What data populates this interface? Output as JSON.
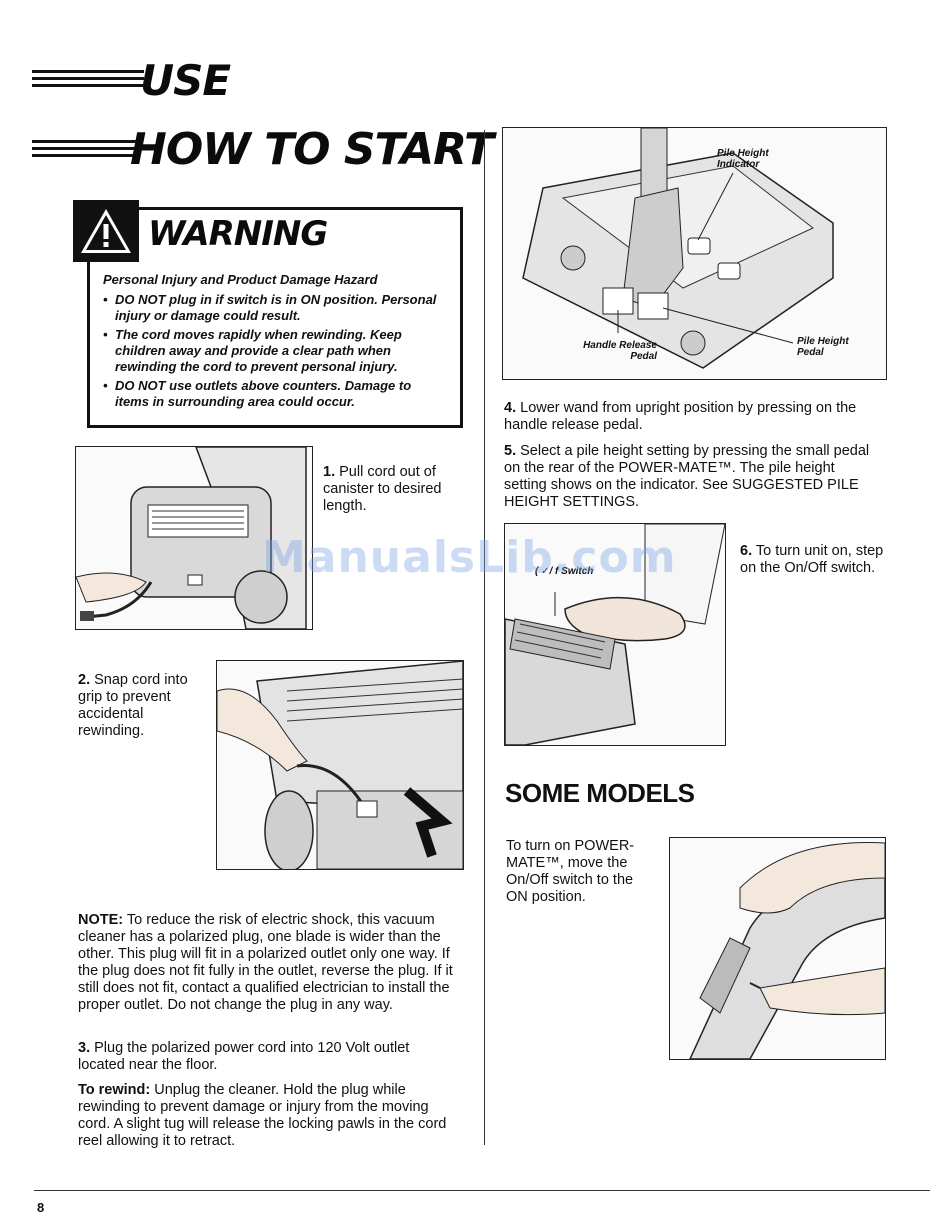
{
  "headings": {
    "use": "USE",
    "how_to_start": "HOW TO START",
    "some_models": "SOME MODELS"
  },
  "warning": {
    "title": "WARNING",
    "subtitle": "Personal Injury and Product Damage Hazard",
    "items": [
      "DO NOT plug in if switch is in ON position. Personal injury or damage could result.",
      "The cord moves rapidly when rewinding. Keep children away and provide a clear path when rewinding the cord to prevent personal injury.",
      "DO NOT use outlets above counters. Damage to items in surrounding area could occur."
    ]
  },
  "steps": {
    "s1_num": "1.",
    "s1_text": "Pull cord out of canister to desired length.",
    "s2_num": "2.",
    "s2_text": "Snap cord into grip to prevent accidental rewinding.",
    "s3_num": "3.",
    "s3_text": "Plug the polarized power cord into 120 Volt outlet located near the floor.",
    "s4_num": "4.",
    "s4_text": "Lower wand from upright position by pressing on the handle release pedal.",
    "s5_num": "5.",
    "s5_text": "Select a pile height setting by pressing the small pedal on the rear of the POWER-MATE™. The pile height setting shows on the indicator. See SUGGESTED PILE HEIGHT SETTINGS.",
    "s6_num": "6.",
    "s6_text": "To turn unit on, step on the On/Off switch."
  },
  "note": {
    "label": "NOTE:",
    "text": "To reduce the risk of electric shock, this vacuum cleaner has a polarized plug, one blade is wider than the other. This plug will fit in a polarized outlet only one way. If the plug does not fit fully in the outlet, reverse the plug. If it still does not fit, contact a qualified electrician to install the proper outlet. Do not change the plug in any way."
  },
  "rewind": {
    "label": "To rewind:",
    "text": "Unplug the cleaner. Hold the plug while rewinding to prevent damage or injury from the moving cord. A slight tug will release the locking pawls in the cord reel allowing it to retract."
  },
  "some_models_text": "To turn on POWER-MATE™, move the On/Off switch to the ON position.",
  "figure_labels": {
    "pile_height_indicator": "Pile Height Indicator",
    "handle_release_pedal": "Handle Release Pedal",
    "pile_height_pedal": "Pile Height Pedal",
    "onoff_switch": "( ✓/ f Switch"
  },
  "watermark": "ManualsLib.com",
  "page_number": "8"
}
